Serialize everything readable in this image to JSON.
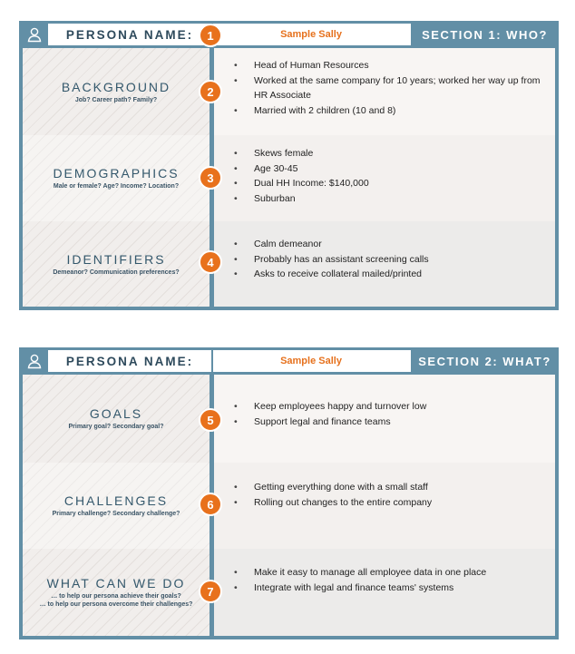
{
  "card1": {
    "header": {
      "name_label": "PERSONA NAME:",
      "name_value": "Sample Sally",
      "section_title": "SECTION 1: WHO?"
    },
    "rows": [
      {
        "number": "1"
      },
      {
        "title": "BACKGROUND",
        "subtitle": "Job? Career path? Family?",
        "number": "2",
        "bullets": [
          "Head of Human Resources",
          "Worked at the same company for 10 years; worked her way up from HR Associate",
          "Married with 2 children (10 and 8)"
        ]
      },
      {
        "title": "DEMOGRAPHICS",
        "subtitle": "Male or female? Age? Income? Location?",
        "number": "3",
        "bullets": [
          "Skews female",
          "Age 30-45",
          "Dual HH Income: $140,000",
          "Suburban"
        ]
      },
      {
        "title": "IDENTIFIERS",
        "subtitle": "Demeanor? Communication preferences?",
        "number": "4",
        "bullets": [
          "Calm demeanor",
          "Probably has an assistant screening calls",
          "Asks to receive collateral mailed/printed"
        ]
      }
    ]
  },
  "card2": {
    "header": {
      "name_label": "PERSONA NAME:",
      "name_value": "Sample Sally",
      "section_title": "SECTION 2: WHAT?"
    },
    "rows": [
      {
        "title": "GOALS",
        "subtitle": "Primary goal? Secondary goal?",
        "number": "5",
        "bullets": [
          "Keep employees happy and turnover low",
          "Support legal and finance teams"
        ]
      },
      {
        "title": "CHALLENGES",
        "subtitle": "Primary challenge? Secondary challenge?",
        "number": "6",
        "bullets": [
          "Getting everything done with a small staff",
          "Rolling out changes to the entire company"
        ]
      },
      {
        "title": "WHAT CAN WE DO",
        "subtitle": "… to help our persona achieve their goals?",
        "subtitle2": "… to help our persona overcome their challenges?",
        "number": "7",
        "bullets": [
          "Make it easy to manage all employee data in one place",
          "Integrate with legal and finance teams' systems"
        ]
      }
    ]
  },
  "colors": {
    "frame": "#628fa6",
    "accent": "#e8711c",
    "name_value": "#e6711d"
  },
  "icons": {
    "persona": "person-icon"
  }
}
